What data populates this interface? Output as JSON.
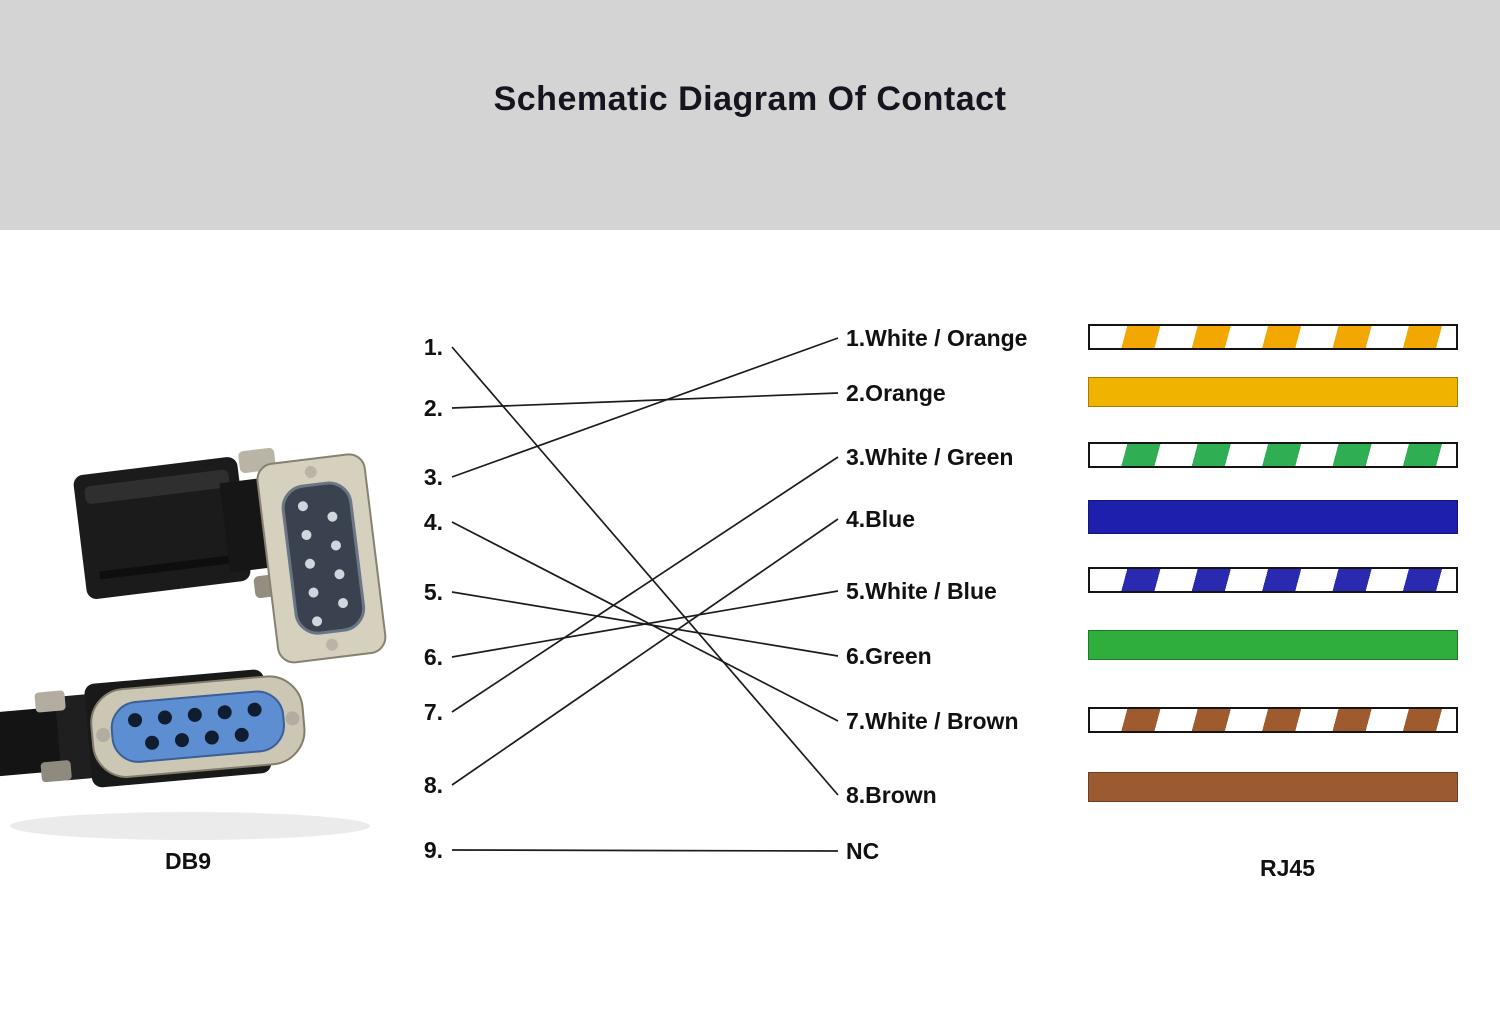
{
  "title": "Schematic Diagram Of Contact",
  "db9": {
    "caption": "DB9",
    "pins": [
      "1.",
      "2.",
      "3.",
      "4.",
      "5.",
      "6.",
      "7.",
      "8.",
      "9."
    ]
  },
  "rj45": {
    "caption": "RJ45",
    "pins": [
      {
        "label": "1.White / Orange",
        "wire": "striped",
        "colors": [
          "#ffffff",
          "#f2a800"
        ]
      },
      {
        "label": "2.Orange",
        "wire": "solid",
        "colors": [
          "#f0b400"
        ]
      },
      {
        "label": "3.White / Green",
        "wire": "striped",
        "colors": [
          "#ffffff",
          "#2fae54"
        ]
      },
      {
        "label": "4.Blue",
        "wire": "solid",
        "colors": [
          "#1f1fae"
        ]
      },
      {
        "label": "5.White / Blue",
        "wire": "striped",
        "colors": [
          "#ffffff",
          "#2a2ab0"
        ]
      },
      {
        "label": "6.Green",
        "wire": "solid",
        "colors": [
          "#2fae3e"
        ]
      },
      {
        "label": "7.White / Brown",
        "wire": "striped",
        "colors": [
          "#ffffff",
          "#9f5a2e"
        ]
      },
      {
        "label": "8.Brown",
        "wire": "solid",
        "colors": [
          "#9c5a30"
        ]
      },
      {
        "label": "NC",
        "wire": "none",
        "colors": []
      }
    ]
  },
  "connections": [
    [
      1,
      8
    ],
    [
      2,
      2
    ],
    [
      3,
      1
    ],
    [
      4,
      7
    ],
    [
      5,
      6
    ],
    [
      6,
      5
    ],
    [
      7,
      3
    ],
    [
      8,
      4
    ],
    [
      9,
      9
    ]
  ],
  "line_color": "#1c1c1c"
}
